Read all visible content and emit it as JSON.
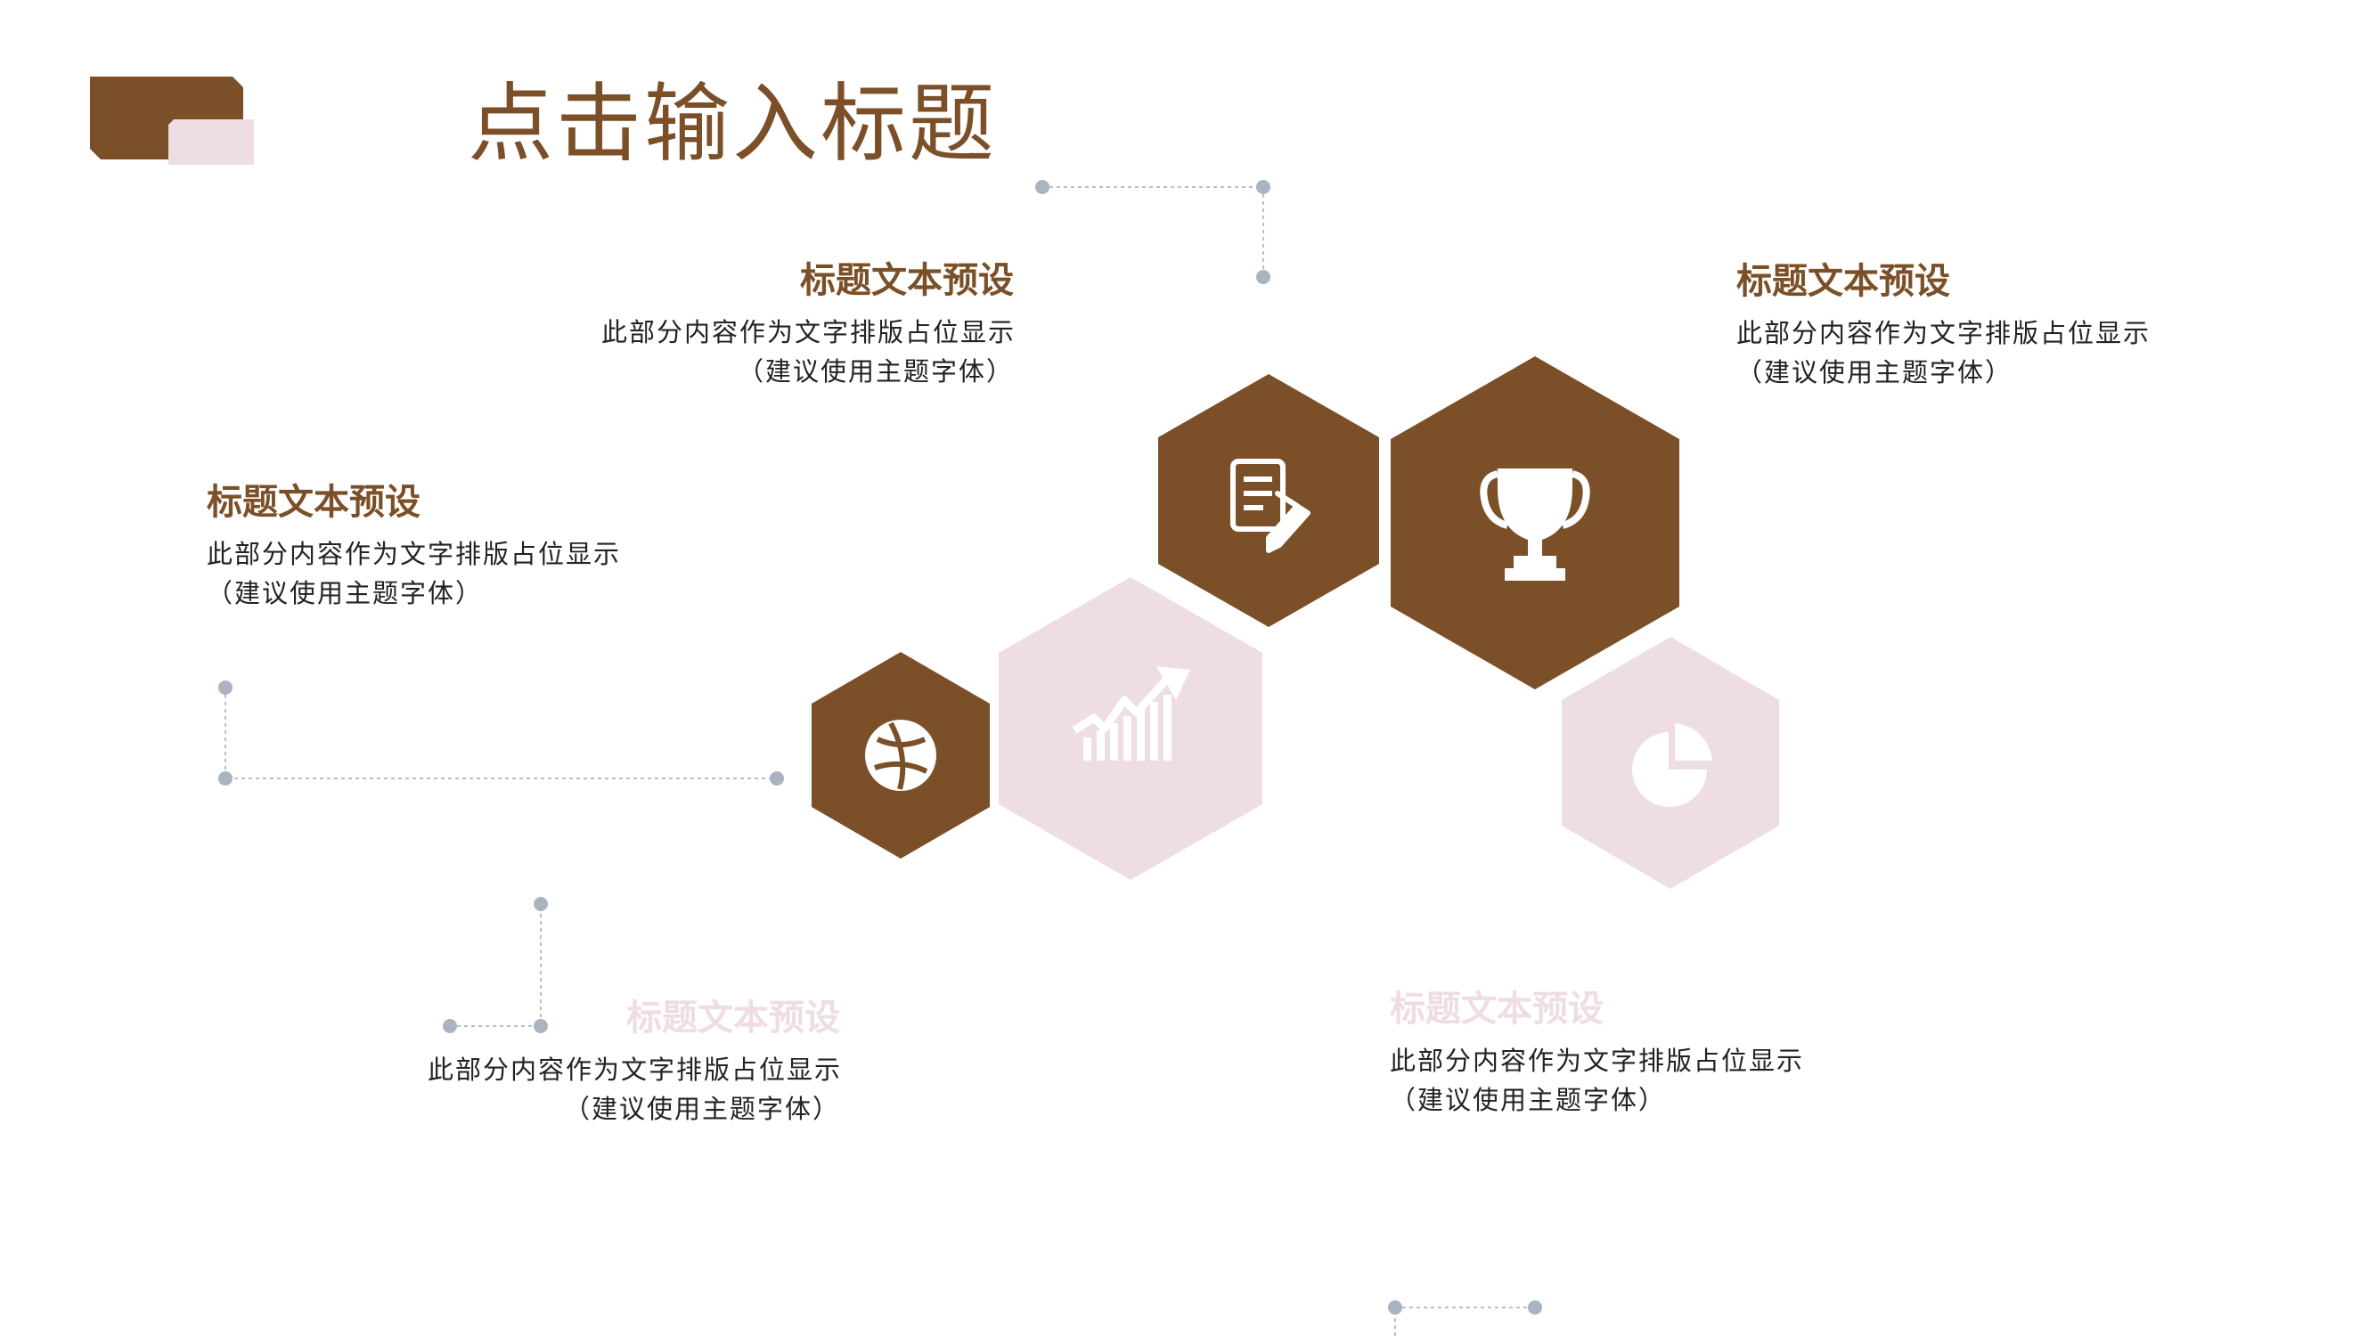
{
  "title": "点击输入标题",
  "colors": {
    "brown": "#7b4f27",
    "pink": "#eedde3",
    "dot": "#aab3c2",
    "line": "#b8bfcc"
  },
  "blocks": [
    {
      "heading": "标题文本预设",
      "line1": "此部分内容作为文字排版占位显示",
      "line2": "（建议使用主题字体）"
    },
    {
      "heading": "标题文本预设",
      "line1": "此部分内容作为文字排版占位显示",
      "line2": "（建议使用主题字体）"
    },
    {
      "heading": "标题文本预设",
      "line1": "此部分内容作为文字排版占位显示",
      "line2": "（建议使用主题字体）"
    },
    {
      "heading": "标题文本预设",
      "line1": "此部分内容作为文字排版占位显示",
      "line2": "（建议使用主题字体）"
    },
    {
      "heading": "标题文本预设",
      "line1": "此部分内容作为文字排版占位显示",
      "line2": "（建议使用主题字体）"
    }
  ],
  "icons": [
    "document-pen-icon",
    "trophy-icon",
    "basketball-icon",
    "growth-chart-icon",
    "pie-chart-icon"
  ]
}
